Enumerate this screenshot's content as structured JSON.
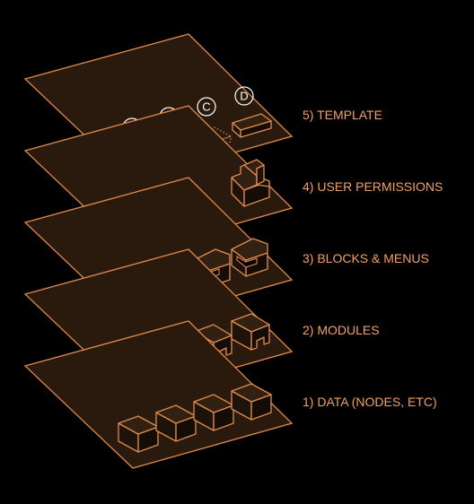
{
  "layers": [
    {
      "label": "1) DATA (NODES, ETC)"
    },
    {
      "label": "2) MODULES"
    },
    {
      "label": "3) BLOCKS & MENUS"
    },
    {
      "label": "4) USER PERMISSIONS"
    },
    {
      "label": "5) TEMPLATE"
    }
  ],
  "markers": [
    "A",
    "B",
    "C",
    "D"
  ],
  "colors": {
    "background": "#000000",
    "outline": "#e08a4e",
    "plane_fill": "#2a1a0e",
    "label": "#f0a06a",
    "marker": "#ffffff"
  }
}
